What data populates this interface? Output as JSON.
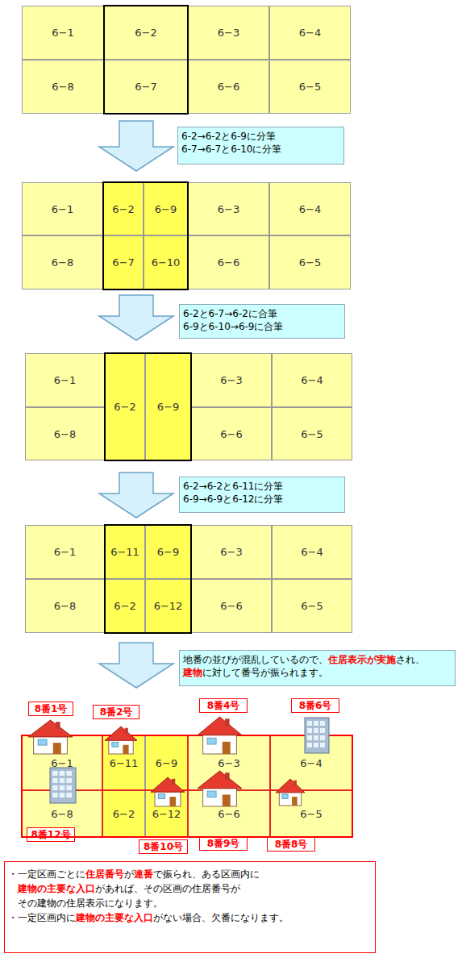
{
  "diagram": {
    "nodes": [
      {
        "text": [
          "6−1"
        ]
      },
      {
        "text": [
          "6−2"
        ]
      },
      {
        "text": [
          "6−3"
        ]
      },
      {
        "text": [
          "6−4"
        ]
      },
      {
        "text": [
          "6−8"
        ]
      },
      {
        "text": [
          "6−7"
        ]
      },
      {
        "text": [
          "6−6"
        ]
      },
      {
        "text": [
          "6−5"
        ]
      },
      {
        "text": [
          "6-2→6-2と6-9に分筆",
          "6-7→6-7と6-10に分筆"
        ]
      },
      {
        "text": [
          "6−1"
        ]
      },
      {
        "text": [
          "6−2"
        ]
      },
      {
        "text": [
          "6−9"
        ]
      },
      {
        "text": [
          "6−3"
        ]
      },
      {
        "text": [
          "6−4"
        ]
      },
      {
        "text": [
          "6−8"
        ]
      },
      {
        "text": [
          "6−7"
        ]
      },
      {
        "text": [
          "6−10"
        ]
      },
      {
        "text": [
          "6−6"
        ]
      },
      {
        "text": [
          "6−5"
        ]
      },
      {
        "text": [
          "6-2と6-7→6-2に合筆",
          "6-9と6-10→6-9に合筆"
        ]
      },
      {
        "text": [
          "6−1"
        ]
      },
      {
        "text": [
          "6−2"
        ]
      },
      {
        "text": [
          "6−9"
        ]
      },
      {
        "text": [
          "6−3"
        ]
      },
      {
        "text": [
          "6−4"
        ]
      },
      {
        "text": [
          "6−8"
        ]
      },
      {
        "text": [
          "6−6"
        ]
      },
      {
        "text": [
          "6−5"
        ]
      },
      {
        "text": [
          "6-2→6-2と6-11に分筆",
          "6-9→6-9と6-12に分筆"
        ]
      },
      {
        "text": [
          "6−1"
        ]
      },
      {
        "text": [
          "6−11"
        ]
      },
      {
        "text": [
          "6−9"
        ]
      },
      {
        "text": [
          "6−3"
        ]
      },
      {
        "text": [
          "6−4"
        ]
      },
      {
        "text": [
          "6−8"
        ]
      },
      {
        "text": [
          "6−2"
        ]
      },
      {
        "text": [
          "6−12"
        ]
      },
      {
        "text": [
          "6−6"
        ]
      },
      {
        "text": [
          "6−5"
        ]
      },
      {
        "text": [
          "地番の並びが混乱しているので、",
          "住居表示が実施",
          "され、",
          "建物",
          "に対して番号が振られます。"
        ]
      },
      {
        "text": [
          "8番1号"
        ]
      },
      {
        "text": [
          "8番2号"
        ]
      },
      {
        "text": [
          "8番4号"
        ]
      },
      {
        "text": [
          "8番6号"
        ]
      },
      {
        "text": [
          "6−1"
        ]
      },
      {
        "text": [
          "6−11"
        ]
      },
      {
        "text": [
          "6−9"
        ]
      },
      {
        "text": [
          "6−3"
        ]
      },
      {
        "text": [
          "6−4"
        ]
      },
      {
        "text": [
          "6−8"
        ]
      },
      {
        "text": [
          "6−2"
        ]
      },
      {
        "text": [
          "6−12"
        ]
      },
      {
        "text": [
          "6−6"
        ]
      },
      {
        "text": [
          "6−5"
        ]
      },
      {
        "text": [
          "8番12号"
        ]
      },
      {
        "text": [
          "8番10号"
        ]
      },
      {
        "text": [
          "8番9号"
        ]
      },
      {
        "text": [
          "8番8号"
        ]
      },
      {
        "text": [
          "・一定区画ごとに",
          "住居番号",
          "が",
          "連番",
          "で振られ、ある区画内に",
          "建物の主要な入口",
          "があれば、その区画の住居番号が",
          "その建物の住居表示になります。",
          "・一定区画内に",
          "建物の主要な入口",
          "がない場合、欠番になります。"
        ]
      }
    ]
  }
}
